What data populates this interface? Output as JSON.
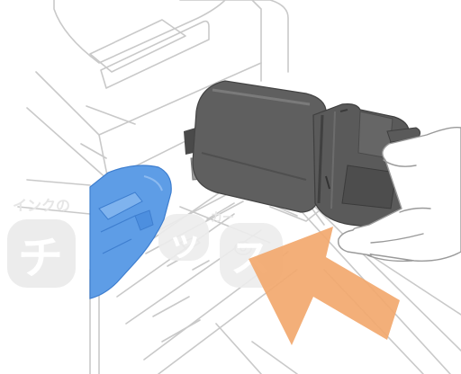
{
  "illustration": {
    "watermark": {
      "caption": "インクの",
      "caption_tail": "カー",
      "glyphs": [
        "チ",
        "ッ",
        "ス"
      ]
    },
    "colors": {
      "background": "#ffffff",
      "outline": "#c9c9c9",
      "cartridge_body": "#5f5f5f",
      "cartridge_dark": "#4a4a4a",
      "cartridge_highlight": "#7a7a7a",
      "blue_part": "#5e9de6",
      "blue_part_dark": "#3e7ecf",
      "arrow": "#f2a86e",
      "watermark": "#e6e6e6",
      "hand_outline": "#9a9a9a"
    },
    "icons": [
      "toner-cartridge-icon",
      "insert-arrow-icon",
      "hand-icon"
    ]
  }
}
